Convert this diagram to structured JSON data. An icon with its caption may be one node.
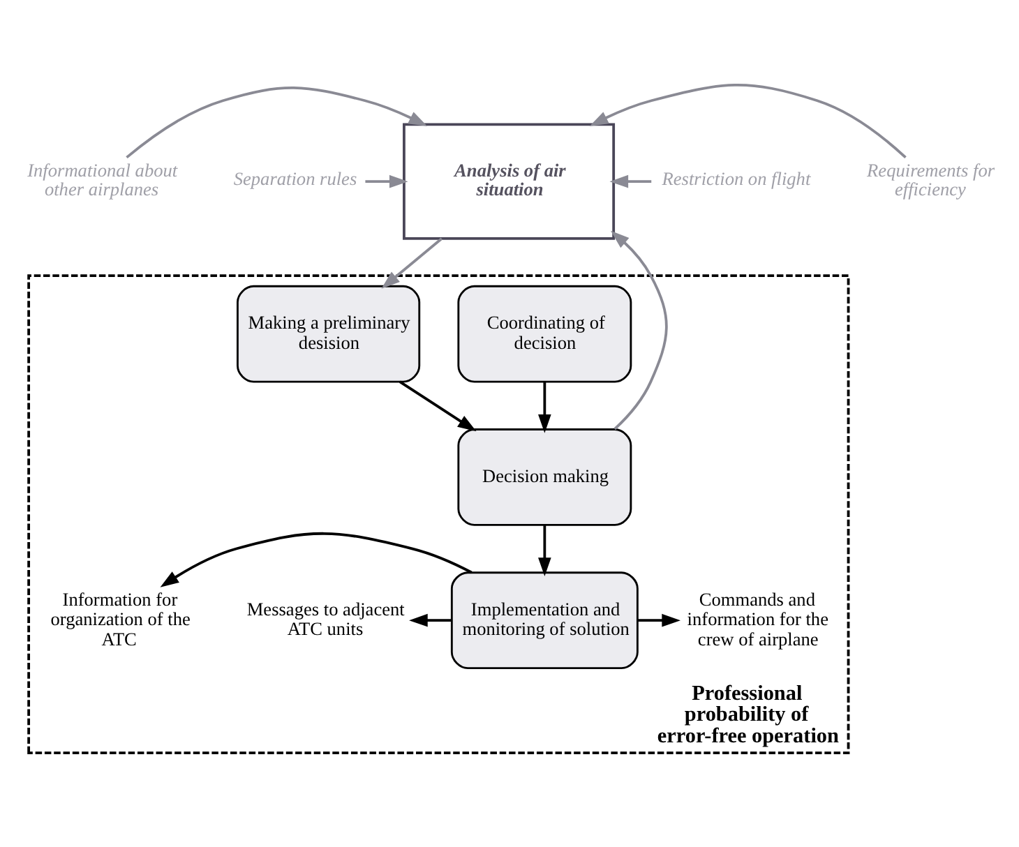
{
  "diagram": {
    "nodes": [
      {
        "text": [
          "Analysis of air situation"
        ]
      },
      {
        "text": [
          "Informational about other airplanes"
        ]
      },
      {
        "text": [
          "Separation rules"
        ]
      },
      {
        "text": [
          "Requirements for efficiency"
        ]
      },
      {
        "text": [
          "Restriction on flight"
        ]
      },
      {
        "text": [
          "Professional probability of error-free operation"
        ]
      },
      {
        "text": [
          "Coordinating of decision"
        ],
        "in": 5
      },
      {
        "text": [
          "Making a preliminary desision"
        ],
        "in": 5
      },
      {
        "text": [
          "Decision making"
        ],
        "in": 5
      },
      {
        "text": [
          "Implementation and monitoring of solution"
        ],
        "in": 5
      },
      {
        "text": [
          "Messages to adjacent ATC units"
        ],
        "in": 5
      },
      {
        "text": [
          "Information for organization of the ATC"
        ],
        "in": 5
      },
      {
        "text": [
          "Commands and information for the crew of airplane"
        ],
        "in": 5
      }
    ],
    "edges": [
      {
        "from": 1,
        "to": 0,
        "arrow": "to",
        "color": "#8a8a94"
      },
      {
        "from": 2,
        "to": 0,
        "arrow": "to",
        "color": "#8a8a94"
      },
      {
        "from": 3,
        "to": 0,
        "arrow": "to",
        "color": "#8a8a94"
      },
      {
        "from": 4,
        "to": 0,
        "arrow": "to",
        "color": "#8a8a94"
      },
      {
        "from": 8,
        "to": 0,
        "arrow": "to",
        "color": "#8a8a94"
      },
      {
        "from": 0,
        "to": 7,
        "arrow": "to",
        "color": "#8a8a94"
      },
      {
        "from": 6,
        "to": 8,
        "arrow": "to",
        "color": "#000000"
      },
      {
        "from": 7,
        "to": 8,
        "arrow": "to",
        "color": "#000000"
      },
      {
        "from": 8,
        "to": 9,
        "arrow": "to",
        "color": "#000000"
      },
      {
        "from": 9,
        "to": 10,
        "arrow": "to",
        "color": "#000000"
      },
      {
        "from": 9,
        "to": 11,
        "arrow": "to",
        "color": "#000000"
      },
      {
        "from": 9,
        "to": 12,
        "arrow": "to",
        "color": "#000000"
      }
    ]
  }
}
